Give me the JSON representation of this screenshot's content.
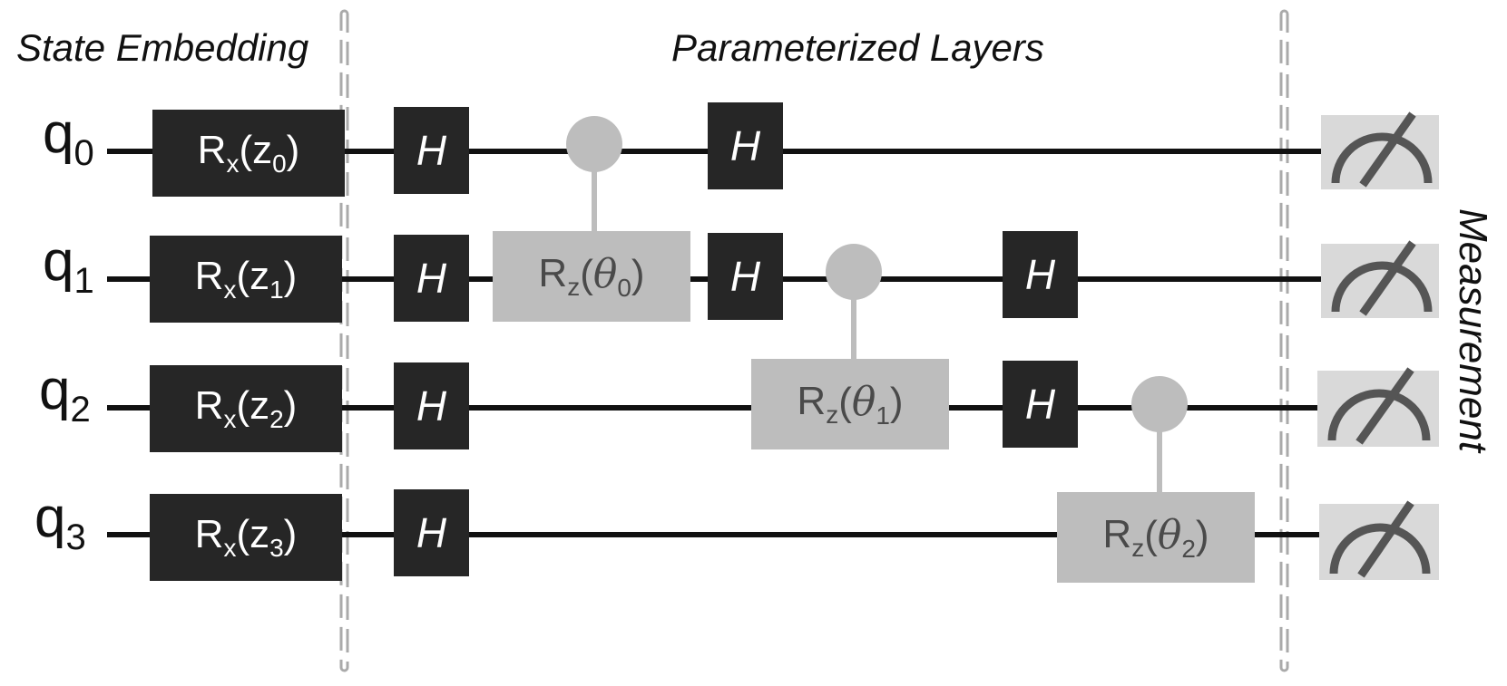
{
  "sections": {
    "embedding": "State Embedding",
    "layers": "Parameterized Layers",
    "measurement": "Measurement"
  },
  "qubits": [
    {
      "sym": "q",
      "idx": "0"
    },
    {
      "sym": "q",
      "idx": "1"
    },
    {
      "sym": "q",
      "idx": "2"
    },
    {
      "sym": "q",
      "idx": "3"
    }
  ],
  "embedding_gates": [
    {
      "sym": "R",
      "sub": "x",
      "arg": "z",
      "argsub": "0"
    },
    {
      "sym": "R",
      "sub": "x",
      "arg": "z",
      "argsub": "1"
    },
    {
      "sym": "R",
      "sub": "x",
      "arg": "z",
      "argsub": "2"
    },
    {
      "sym": "R",
      "sub": "x",
      "arg": "z",
      "argsub": "3"
    }
  ],
  "hadamard_label": "H",
  "controlled_gates": [
    {
      "sym": "R",
      "sub": "z",
      "arg": "θ",
      "argsub": "0",
      "control": "q0",
      "target": "q1"
    },
    {
      "sym": "R",
      "sub": "z",
      "arg": "θ",
      "argsub": "1",
      "control": "q1",
      "target": "q2"
    },
    {
      "sym": "R",
      "sub": "z",
      "arg": "θ",
      "argsub": "2",
      "control": "q2",
      "target": "q3"
    }
  ],
  "colors": {
    "dark_gate": "#262626",
    "light_gate": "#bdbdbd",
    "wire": "#111111",
    "control": "#bdbdbd",
    "meter_box": "#d9d9d9",
    "meter": "#555555",
    "divider": "#aaaaaa"
  },
  "icons": [
    "measurement-meter-icon"
  ]
}
